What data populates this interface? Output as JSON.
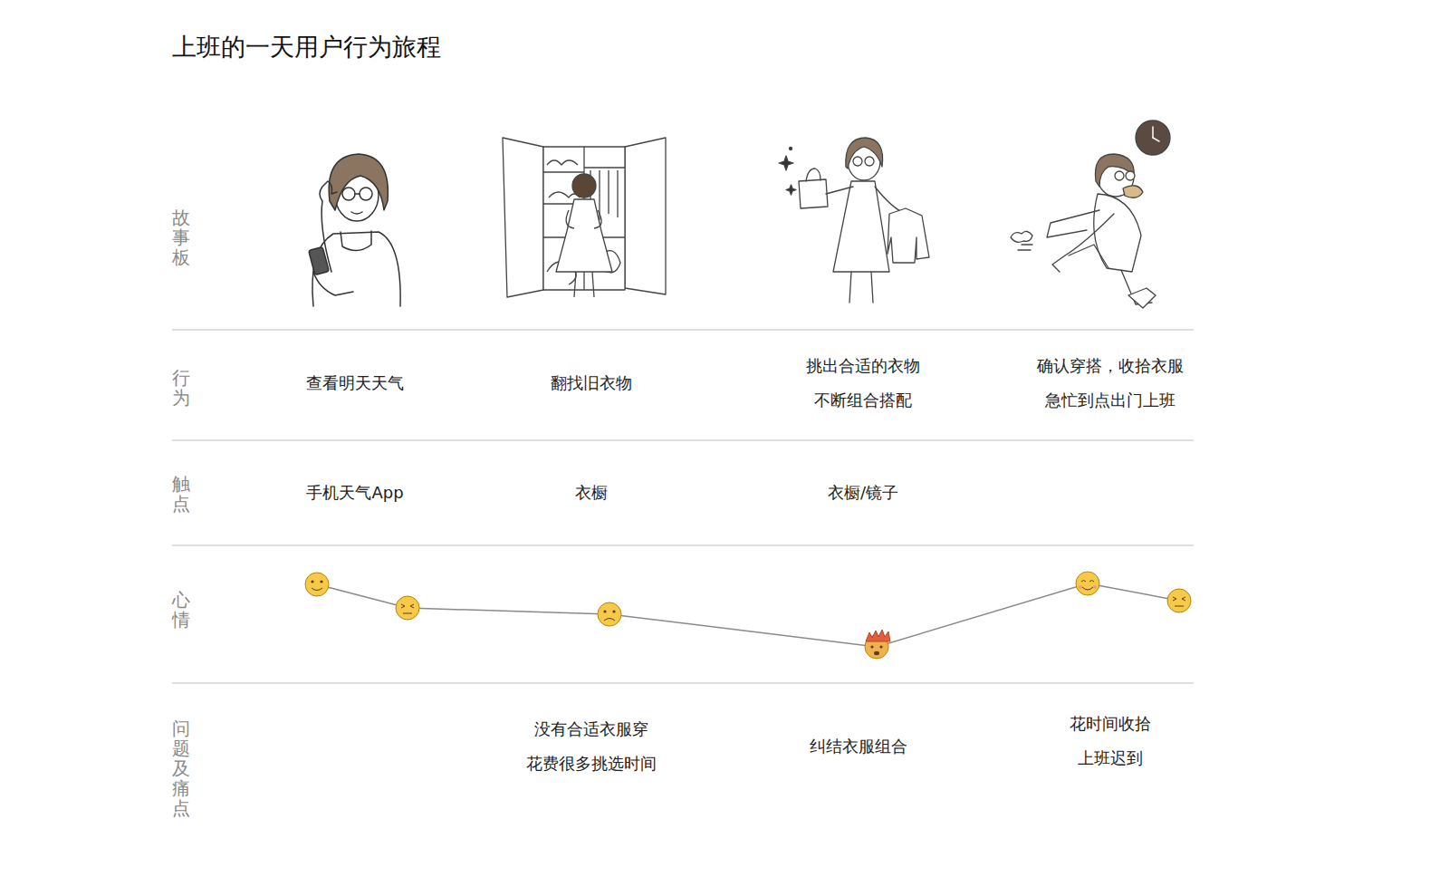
{
  "diagram": {
    "title": "上班的一天用户行为旅程",
    "labels": [
      "故事板",
      "行为",
      "触点",
      "心情",
      "问题及痛点",
      "查看明天天气",
      "翻找旧衣物",
      "挑出合适的衣物 不断组合搭配",
      "确认穿搭，收拾衣服 急忙到点出门上班",
      "手机天气App",
      "衣橱",
      "衣橱/镜子",
      "没有合适衣服穿 花费很多挑选时间",
      "纠结衣服组合",
      "花时间收拾 上班迟到"
    ]
  }
}
